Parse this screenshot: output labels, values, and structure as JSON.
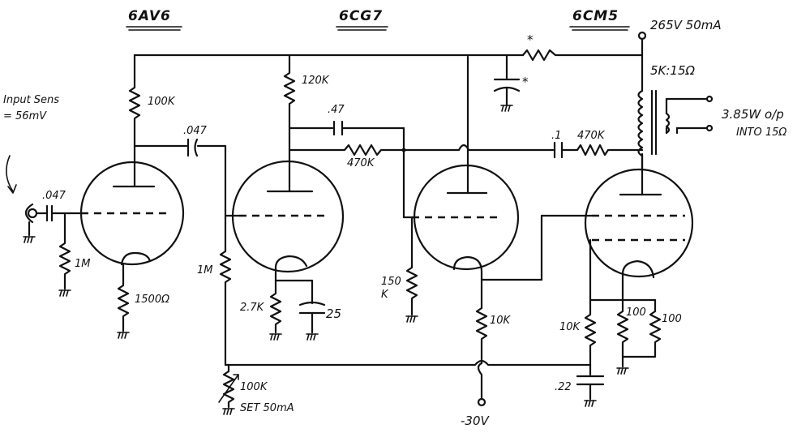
{
  "tubes": {
    "t1": "6AV6",
    "t2": "6CG7",
    "t3": "6CM5"
  },
  "supply": {
    "b_plus": "265V 50mA",
    "bias": "-30V",
    "bias_pot": "100K",
    "bias_set": "SET 50mA"
  },
  "input": {
    "sens_line1": "Input Sens",
    "sens_line2": "= 56mV",
    "coupling_cap": ".047"
  },
  "output": {
    "transformer": "5K:15Ω",
    "power_line1": "3.85W o/p",
    "power_line2": "INTO 15Ω"
  },
  "components": {
    "r_grid1": "1M",
    "r_plate1": "100K",
    "r_cath1": "1500Ω",
    "c_couple1": ".047",
    "r_grid2": "1M",
    "r_plate2": "120K",
    "c_fb": ".47",
    "r_fb": "470K",
    "r_cath2": "2.7K",
    "c_cath2": "25",
    "r_grid3": "150K",
    "r_cath3": "10K",
    "c_couple2": ".1",
    "r_series": "470K",
    "r_dec": "*",
    "c_dec": "*",
    "r_screen": "10K",
    "c_screen": ".22",
    "r_cath4a": "100",
    "r_cath4b": "100"
  }
}
